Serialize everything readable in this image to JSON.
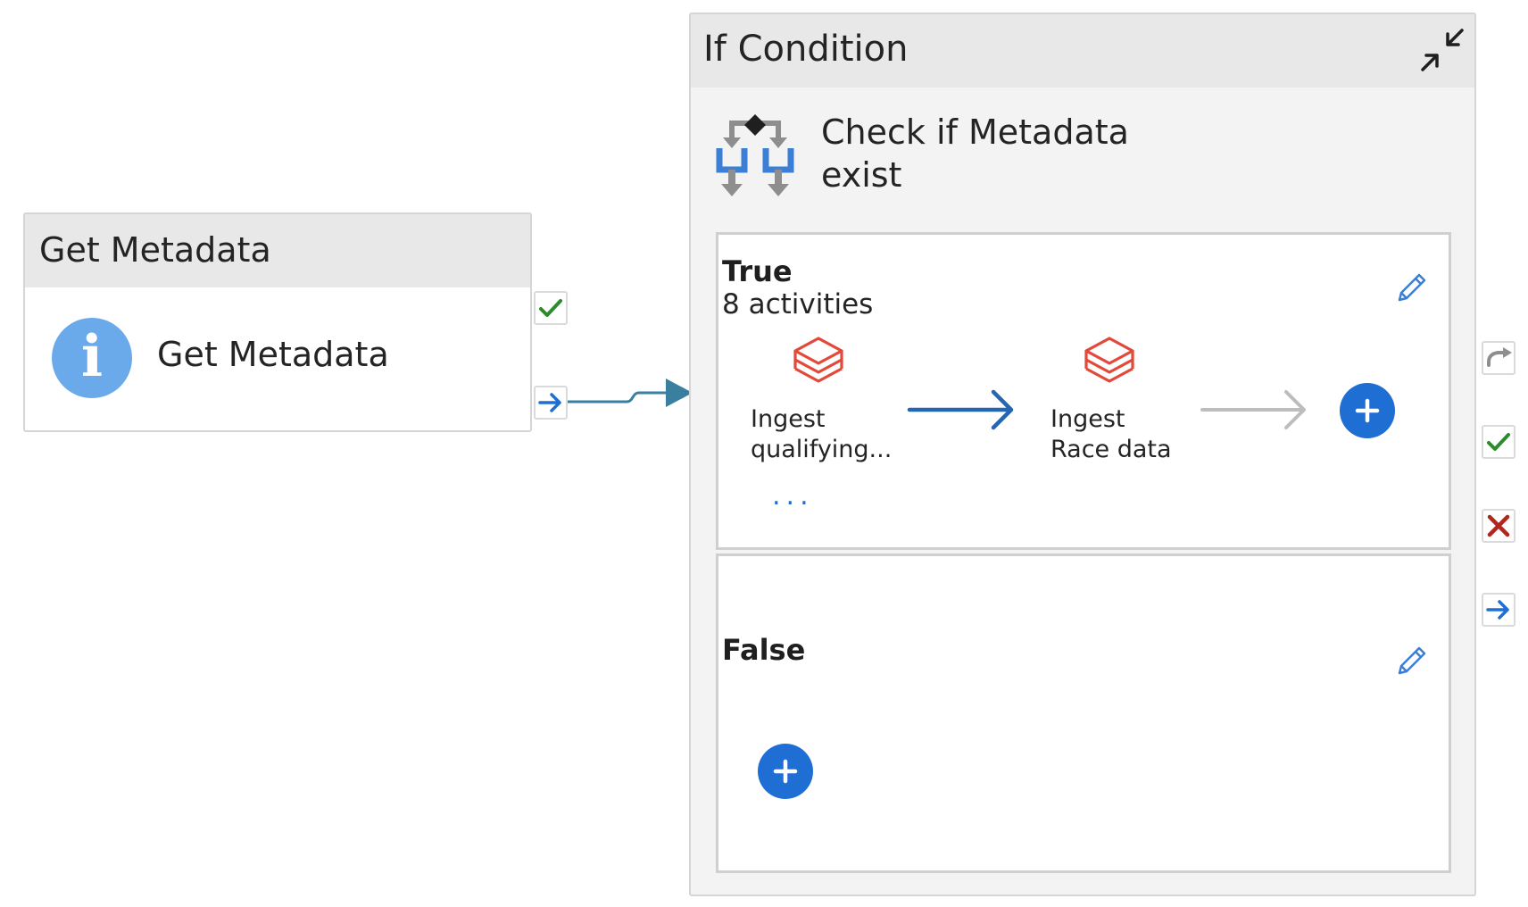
{
  "get_metadata": {
    "header": "Get Metadata",
    "activity_name": "Get Metadata",
    "icon": "info-icon",
    "info_icon_char": "i",
    "ports": [
      "success-check-icon",
      "completion-arrow-icon"
    ]
  },
  "if_condition": {
    "header": "If Condition",
    "collapse_icon": "collapse-arrows-icon",
    "activity_icon": "if-condition-icon",
    "activity_name_line1": "Check if Metadata",
    "activity_name_line2": "exist",
    "ports": [
      "skip-redo-icon",
      "success-check-icon",
      "failure-x-icon",
      "completion-arrow-icon"
    ]
  },
  "true_branch": {
    "title": "True",
    "subtitle": "8 activities",
    "activities": [
      {
        "icon": "databricks-icon",
        "line1": "Ingest",
        "line2": "qualifying..."
      },
      {
        "icon": "databricks-icon",
        "line1": "Ingest",
        "line2": "Race data"
      }
    ],
    "more": "...",
    "edit_icon": "pencil-icon",
    "add_icon": "plus-icon"
  },
  "false_branch": {
    "title": "False",
    "edit_icon": "pencil-icon",
    "add_icon": "plus-icon"
  },
  "colors": {
    "accent_blue": "#1f6ed4",
    "success_green": "#2d8a2d",
    "failure_red": "#b3261e",
    "databricks_orange": "#e2493a",
    "connector_teal": "#3a7ea0",
    "header_gray": "#e8e8e8"
  }
}
